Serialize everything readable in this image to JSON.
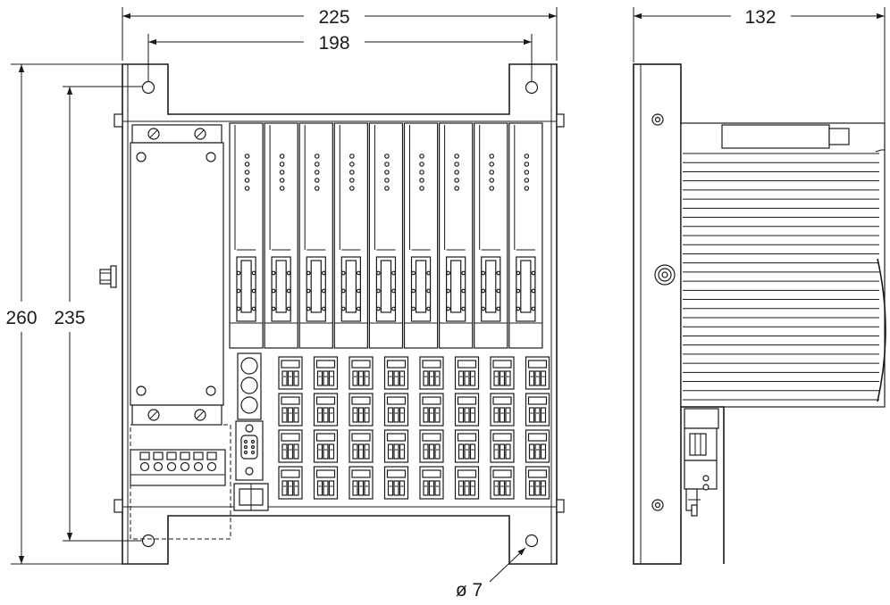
{
  "dimensions": {
    "overall_width": "225",
    "hole_spacing_width": "198",
    "depth": "132",
    "overall_height": "260",
    "hole_spacing_height": "235",
    "hole_diameter": "ø 7"
  },
  "layout": {
    "module_count": 9,
    "terminal_columns": 8,
    "terminal_rows": 4,
    "led_count_per_module": 5,
    "fin_count": 28
  }
}
